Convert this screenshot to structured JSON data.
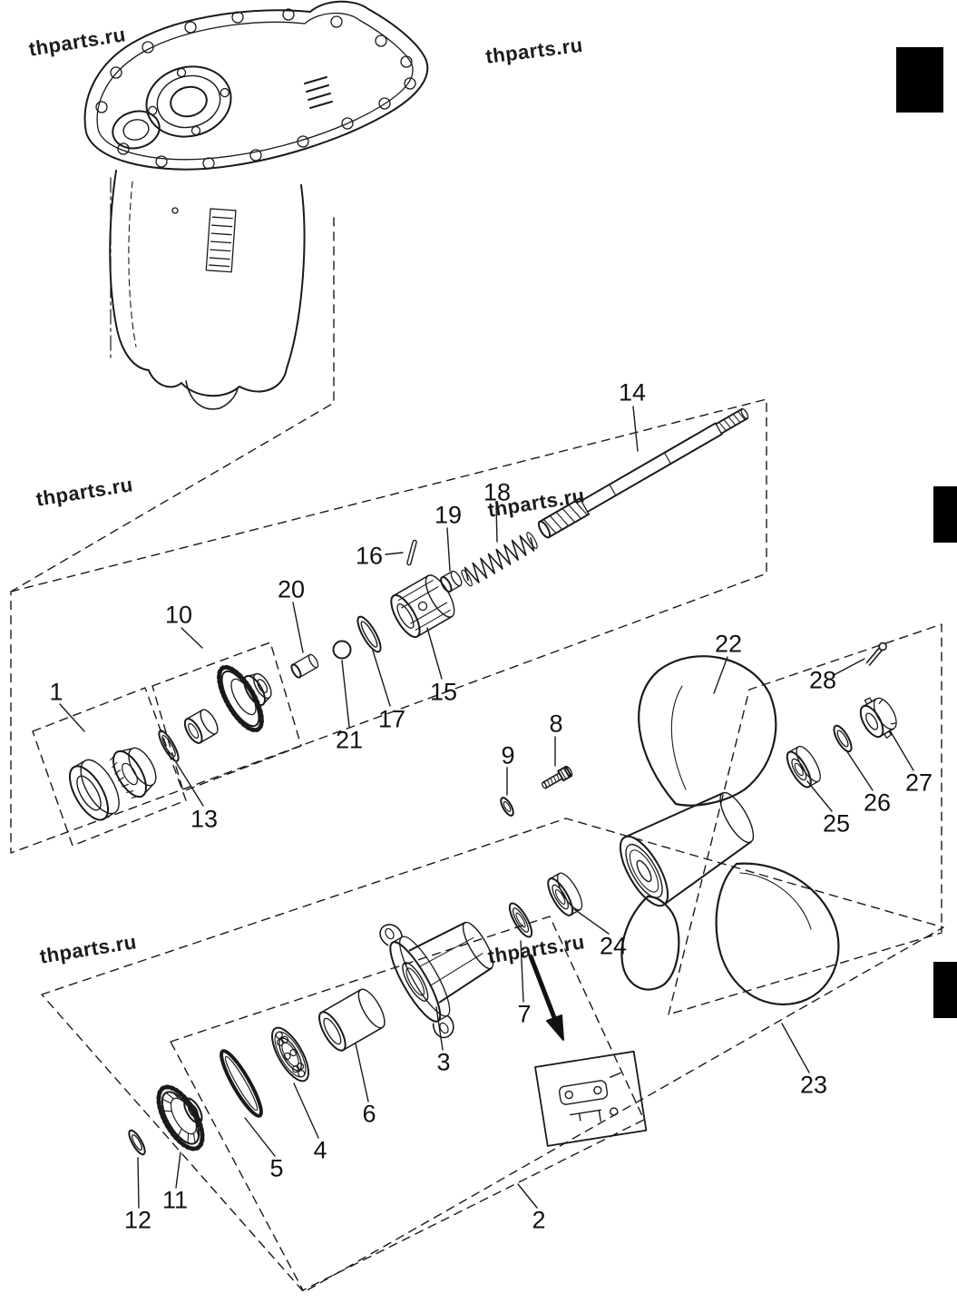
{
  "watermark": "thparts.ru",
  "part_labels": [
    "1",
    "2",
    "3",
    "4",
    "5",
    "6",
    "7",
    "8",
    "9",
    "10",
    "11",
    "12",
    "13",
    "14",
    "15",
    "16",
    "17",
    "18",
    "19",
    "20",
    "21",
    "22",
    "23",
    "24",
    "25",
    "26",
    "27",
    "28"
  ],
  "colors": {
    "ink": "#1a1a1a",
    "background": "#ffffff",
    "page_marker": "#000000"
  }
}
